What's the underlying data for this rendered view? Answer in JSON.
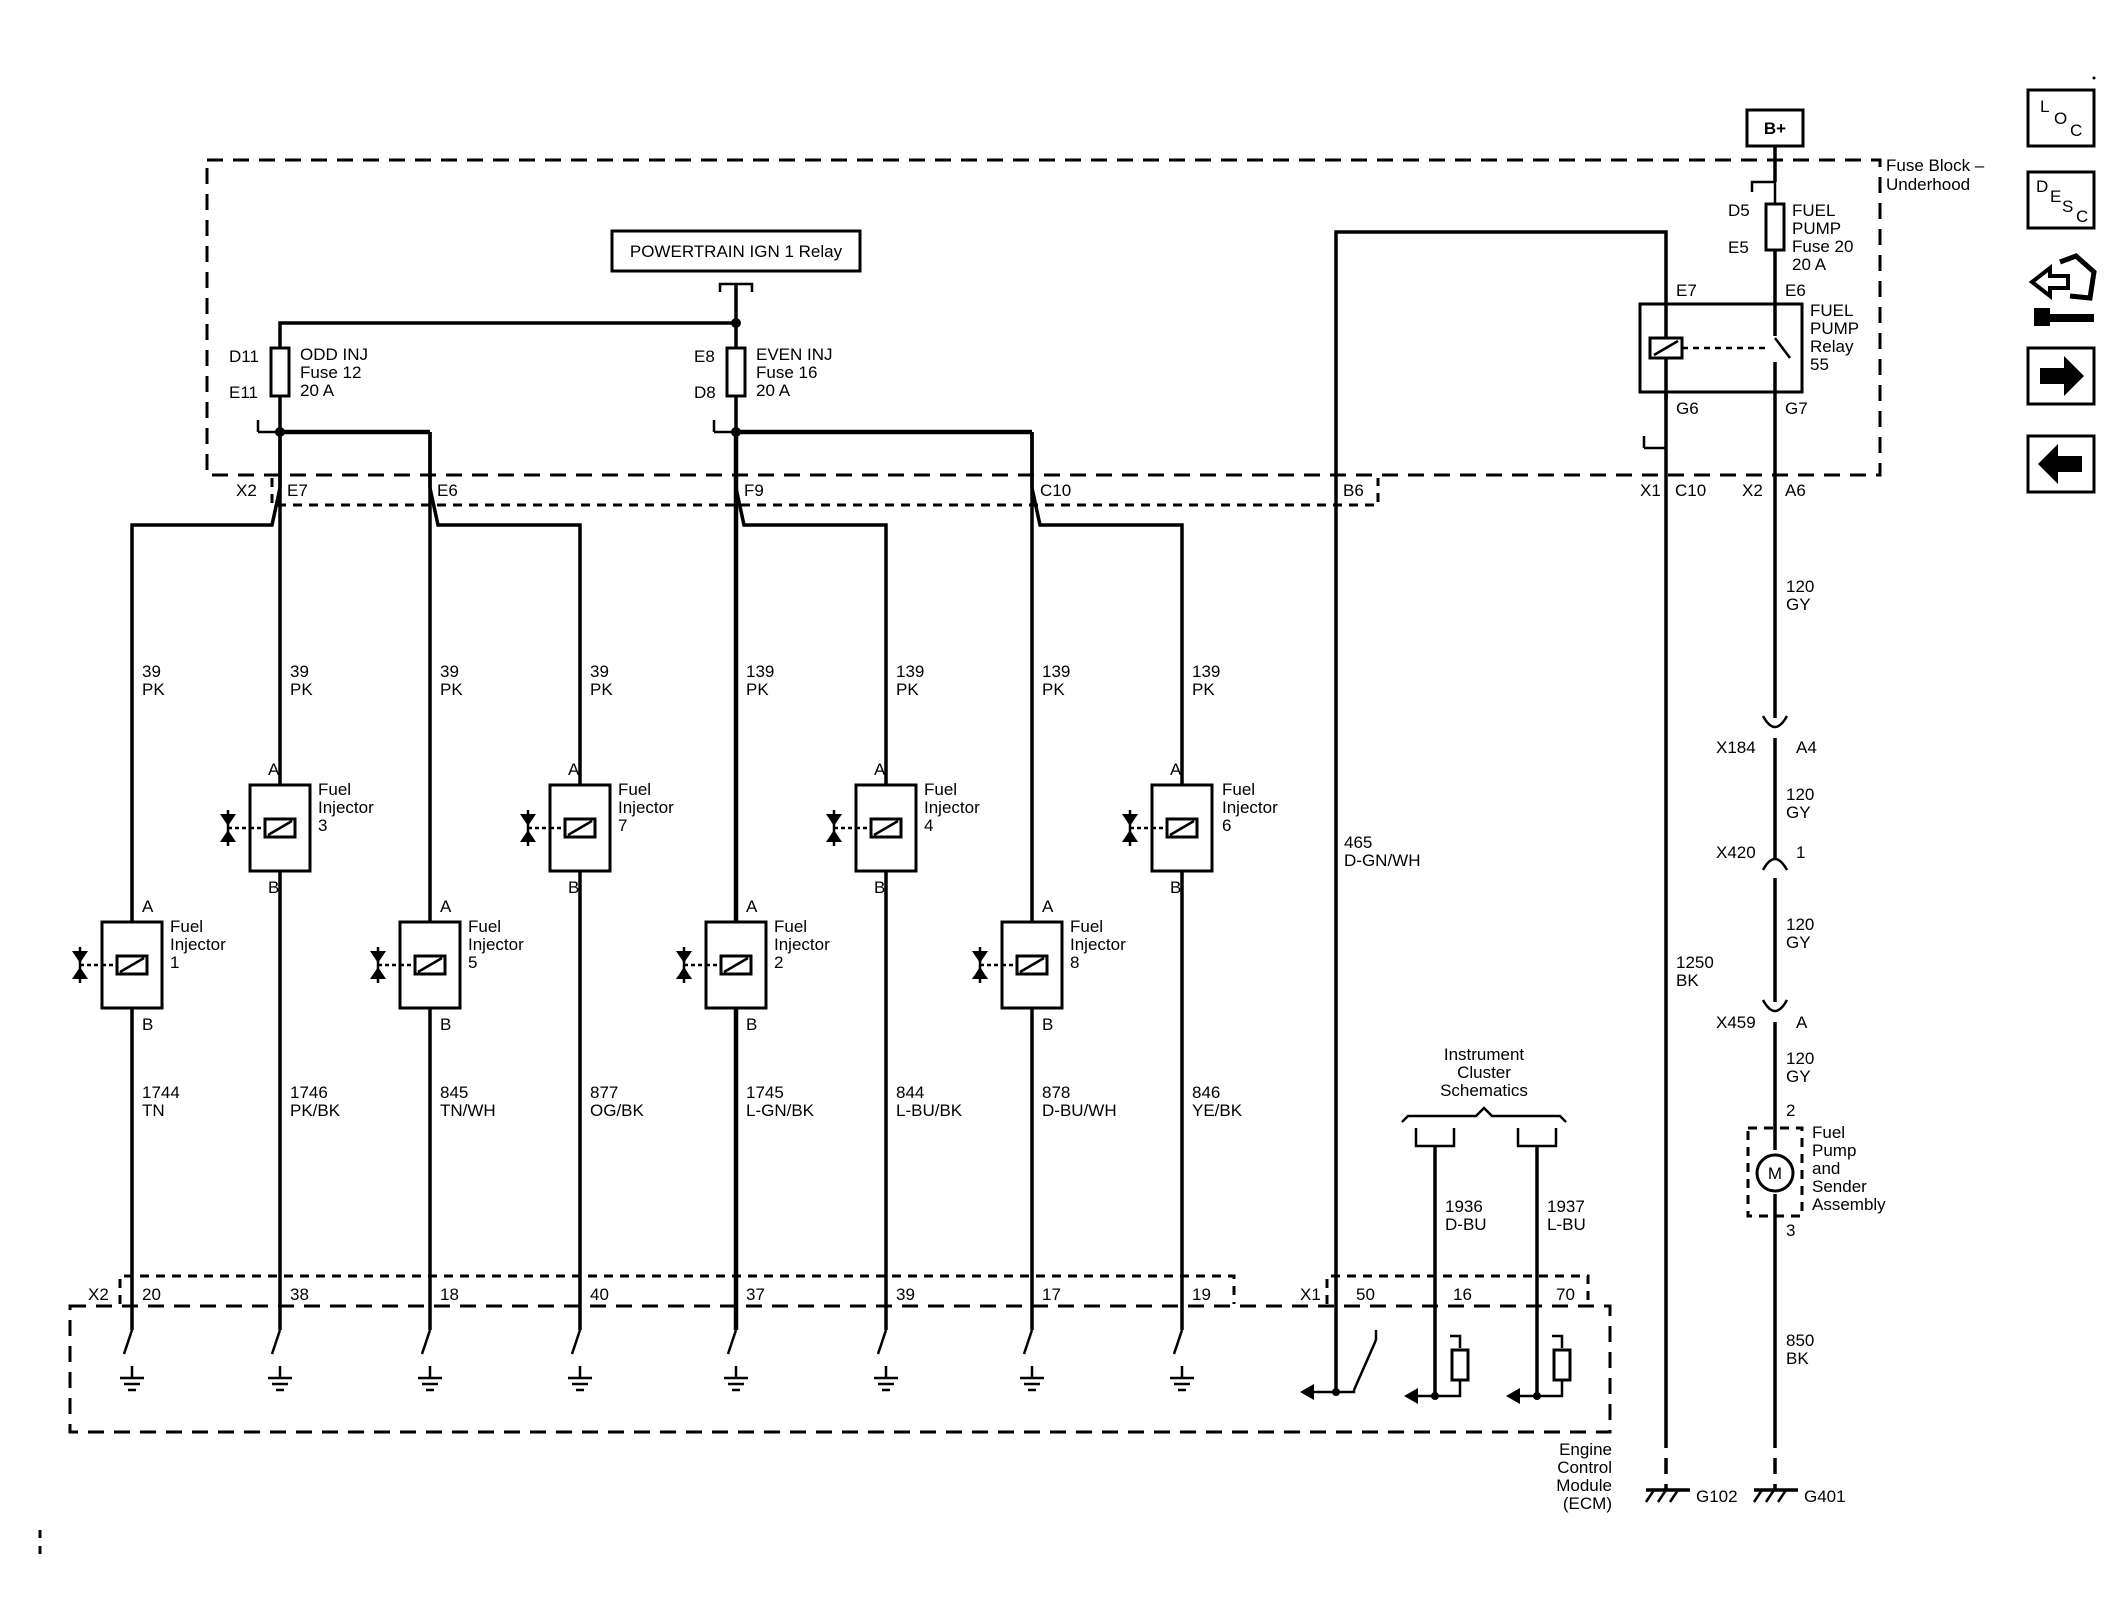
{
  "header": {
    "battery_label": "B+",
    "fuse_block_label": "Fuse Block –",
    "fuse_block_label_2": "Underhood",
    "relay_box_label": "POWERTRAIN IGN 1 Relay"
  },
  "fuses": {
    "odd": {
      "pin_top": "D11",
      "pin_bottom": "E11",
      "name": "ODD INJ",
      "fuse": "Fuse 12",
      "rating": "20 A"
    },
    "even": {
      "pin_top": "E8",
      "pin_bottom": "D8",
      "name": "EVEN INJ",
      "fuse": "Fuse 16",
      "rating": "20 A"
    },
    "pump": {
      "pin_top": "D5",
      "pin_bottom": "E5",
      "name": "FUEL",
      "name2": "PUMP",
      "fuse": "Fuse 20",
      "rating": "20 A"
    }
  },
  "pump_relay": {
    "pin_e7": "E7",
    "pin_e6": "E6",
    "pin_g6": "G6",
    "pin_g7": "G7",
    "name": "FUEL",
    "name2": "PUMP",
    "name3": "Relay",
    "number": "55"
  },
  "connectors_top": {
    "x2": "X2",
    "e7": "E7",
    "e6": "E6",
    "f9": "F9",
    "c10": "C10",
    "b6": "B6",
    "x1": "X1",
    "c10b": "C10",
    "x2b": "X2",
    "a6": "A6"
  },
  "feed_wires": [
    {
      "num": "39",
      "color": "PK"
    },
    {
      "num": "39",
      "color": "PK"
    },
    {
      "num": "39",
      "color": "PK"
    },
    {
      "num": "39",
      "color": "PK"
    },
    {
      "num": "139",
      "color": "PK"
    },
    {
      "num": "139",
      "color": "PK"
    },
    {
      "num": "139",
      "color": "PK"
    },
    {
      "num": "139",
      "color": "PK"
    }
  ],
  "injectors": [
    {
      "pin_a": "A",
      "pin_b": "B",
      "name": "Fuel",
      "name2": "Injector",
      "num": "1"
    },
    {
      "pin_a": "A",
      "pin_b": "B",
      "name": "Fuel",
      "name2": "Injector",
      "num": "3"
    },
    {
      "pin_a": "A",
      "pin_b": "B",
      "name": "Fuel",
      "name2": "Injector",
      "num": "5"
    },
    {
      "pin_a": "A",
      "pin_b": "B",
      "name": "Fuel",
      "name2": "Injector",
      "num": "7"
    },
    {
      "pin_a": "A",
      "pin_b": "B",
      "name": "Fuel",
      "name2": "Injector",
      "num": "2"
    },
    {
      "pin_a": "A",
      "pin_b": "B",
      "name": "Fuel",
      "name2": "Injector",
      "num": "4"
    },
    {
      "pin_a": "A",
      "pin_b": "B",
      "name": "Fuel",
      "name2": "Injector",
      "num": "8"
    },
    {
      "pin_a": "A",
      "pin_b": "B",
      "name": "Fuel",
      "name2": "Injector",
      "num": "6"
    }
  ],
  "control_wires": [
    {
      "num": "1744",
      "color": "TN"
    },
    {
      "num": "1746",
      "color": "PK/BK"
    },
    {
      "num": "845",
      "color": "TN/WH"
    },
    {
      "num": "877",
      "color": "OG/BK"
    },
    {
      "num": "1745",
      "color": "L-GN/BK"
    },
    {
      "num": "844",
      "color": "L-BU/BK"
    },
    {
      "num": "878",
      "color": "D-BU/WH"
    },
    {
      "num": "846",
      "color": "YE/BK"
    }
  ],
  "ecm_pins": [
    "20",
    "38",
    "18",
    "40",
    "37",
    "39",
    "17",
    "19"
  ],
  "ecm": {
    "x2": "X2",
    "x1": "X1",
    "pin50": "50",
    "pin16": "16",
    "pin70": "70",
    "label1": "Engine",
    "label2": "Control",
    "label3": "Module",
    "label4": "(ECM)"
  },
  "relay_signal_wire": {
    "num": "465",
    "color": "D-GN/WH"
  },
  "ground_wire_relay": {
    "num": "1250",
    "color": "BK"
  },
  "instrument": {
    "line1": "Instrument",
    "line2": "Cluster",
    "line3": "Schematics",
    "wire1_num": "1936",
    "wire1_color": "D-BU",
    "wire2_num": "1937",
    "wire2_color": "L-BU"
  },
  "pump_circuit": {
    "w1_num": "120",
    "w1_color": "GY",
    "x184": "X184",
    "a4": "A4",
    "w2_num": "120",
    "w2_color": "GY",
    "x420": "X420",
    "pin1": "1",
    "w3_num": "120",
    "w3_color": "GY",
    "x459": "X459",
    "pinA": "A",
    "w4_num": "120",
    "w4_color": "GY",
    "pin2": "2",
    "pin3": "3",
    "motor": "M",
    "label1": "Fuel",
    "label2": "Pump",
    "label3": "and",
    "label4": "Sender",
    "label5": "Assembly",
    "w5_num": "850",
    "w5_color": "BK"
  },
  "grounds": {
    "g102": "G102",
    "g401": "G401"
  },
  "nav": {
    "loc": {
      "l1": "L",
      "l2": "O",
      "l3": "C"
    },
    "desc": {
      "l1": "D",
      "l2": "E",
      "l3": "S",
      "l4": "C"
    }
  }
}
